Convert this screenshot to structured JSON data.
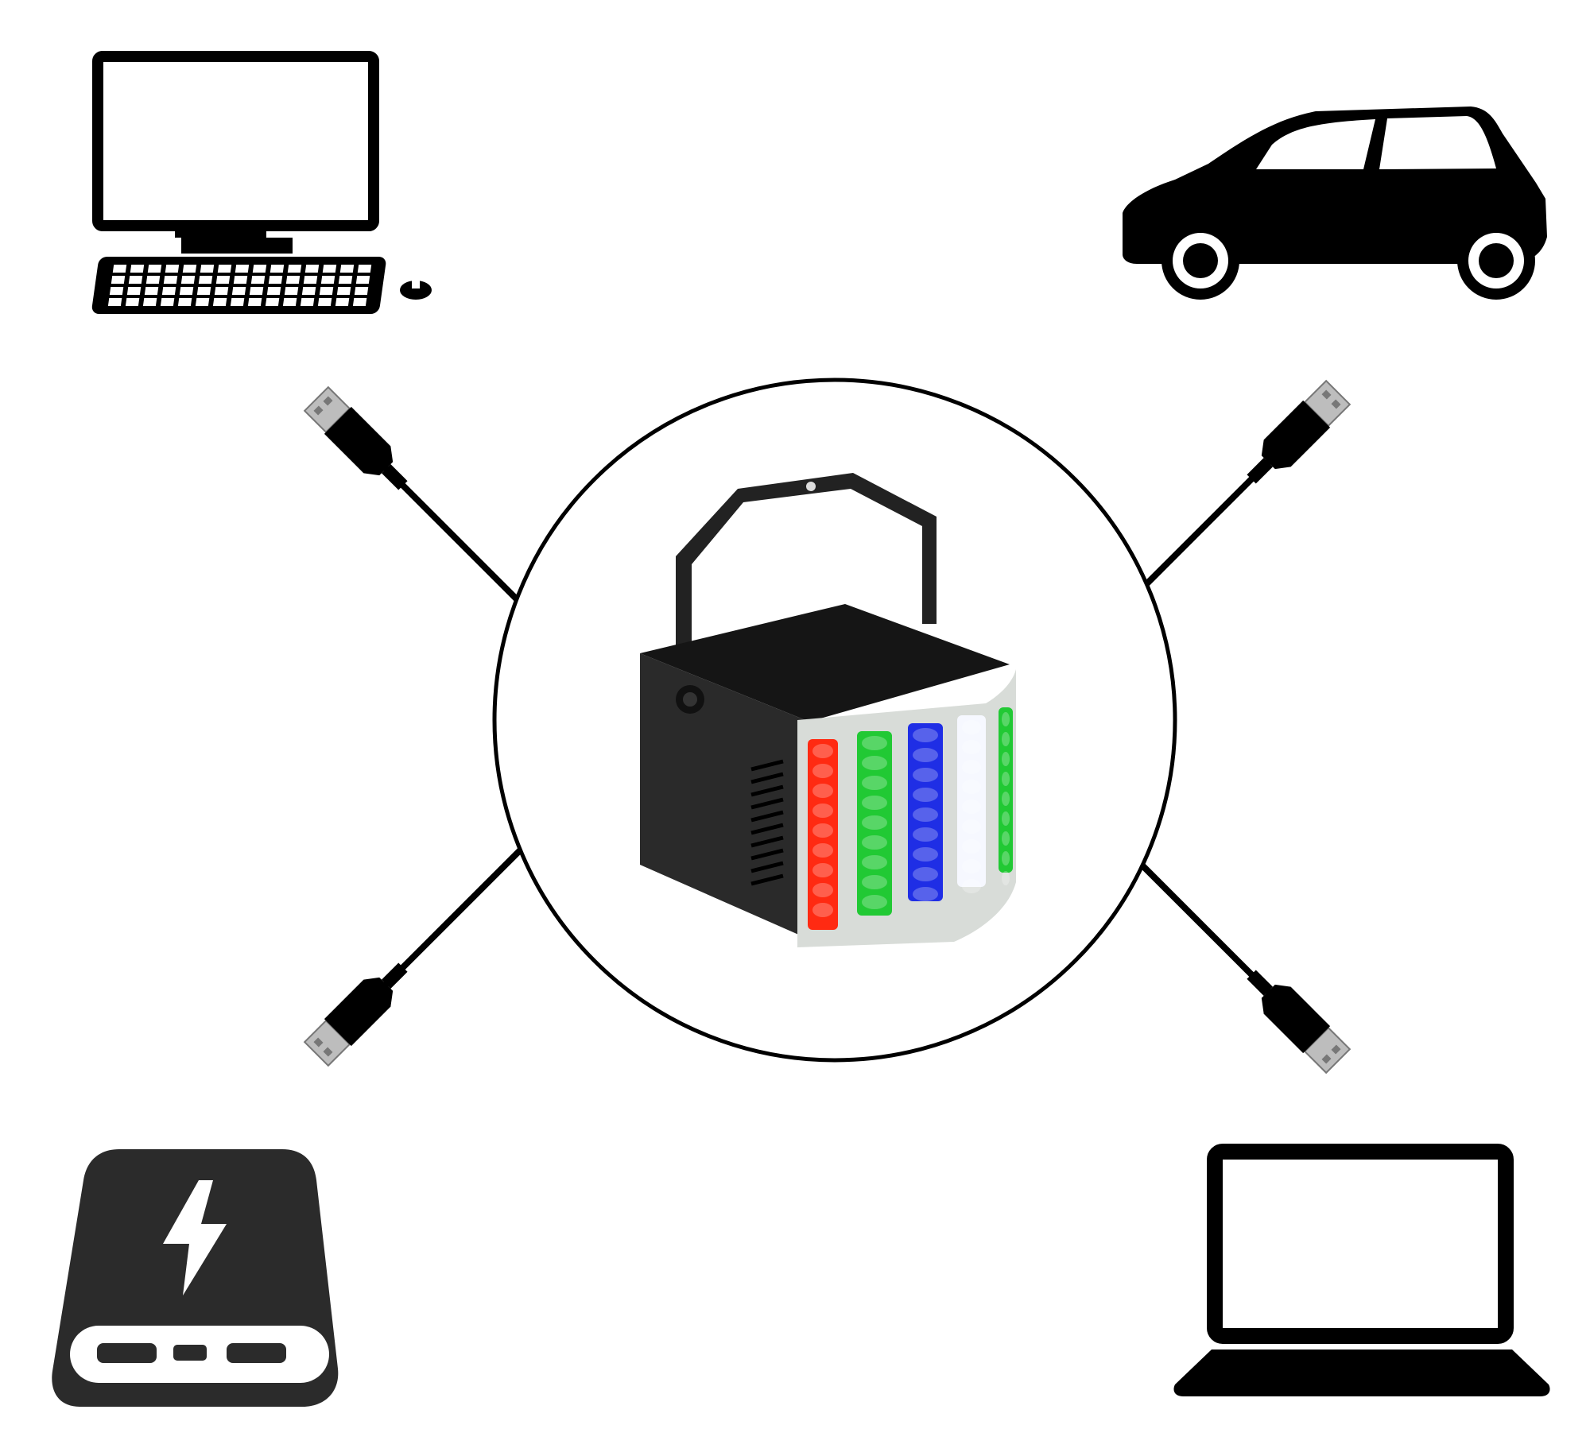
{
  "diagram": {
    "center": {
      "item": "led-derby-light",
      "ring_color": "#000000",
      "led_colors": [
        "#ff2a12",
        "#21c934",
        "#1f2ee5",
        "#f6f8ff",
        "#21c934"
      ]
    },
    "power_sources": [
      {
        "id": "desktop-computer",
        "icon": "desktop-computer-icon"
      },
      {
        "id": "car",
        "icon": "car-icon"
      },
      {
        "id": "power-bank",
        "icon": "power-bank-icon"
      },
      {
        "id": "laptop",
        "icon": "laptop-icon"
      }
    ],
    "connectors": [
      {
        "from": "desktop-computer",
        "icon": "usb-plug-icon"
      },
      {
        "from": "car",
        "icon": "usb-plug-icon"
      },
      {
        "from": "power-bank",
        "icon": "usb-plug-icon"
      },
      {
        "from": "laptop",
        "icon": "usb-plug-icon"
      }
    ],
    "colors": {
      "icon": "#000000",
      "power_bank": "#2b2b2b",
      "usb_metal": "#b9b9b9",
      "light_body": "#1f1f1f"
    }
  }
}
